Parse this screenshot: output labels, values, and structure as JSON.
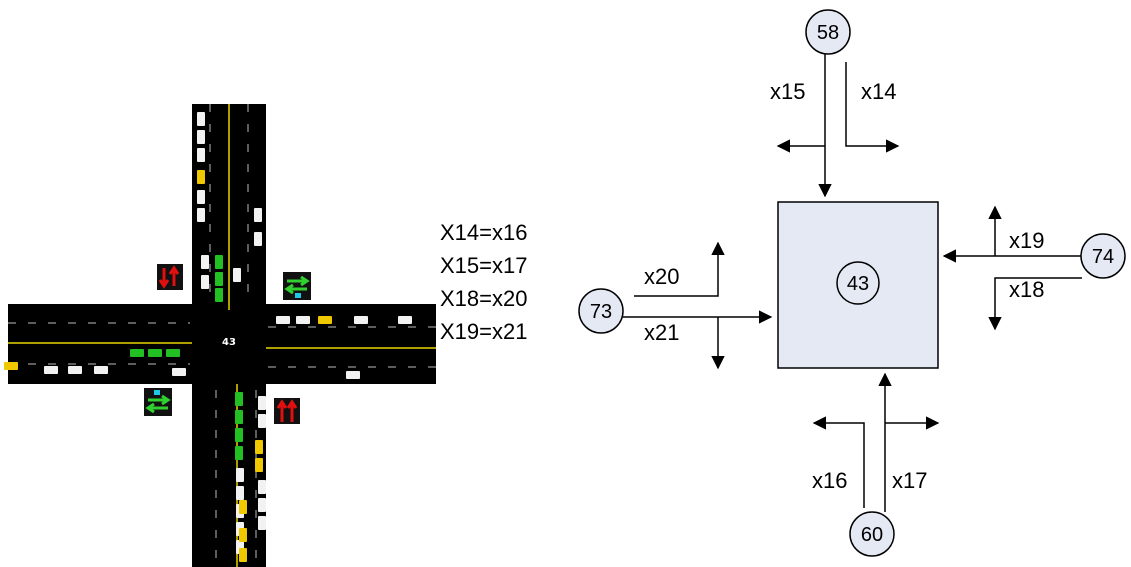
{
  "intersection_id": "43",
  "equations": [
    "X14=x16",
    "X15=x17",
    "X18=x20",
    "X19=x21"
  ],
  "nodes": {
    "center": "43",
    "north": "58",
    "south": "60",
    "west": "73",
    "east": "74"
  },
  "flows": {
    "x14": "x14",
    "x15": "x15",
    "x16": "x16",
    "x17": "x17",
    "x18": "x18",
    "x19": "x19",
    "x20": "x20",
    "x21": "x21"
  },
  "colors": {
    "road": "#000000",
    "center_line": "#e8d400",
    "box_fill": "#e4e9f4",
    "node_fill": "#e4e9f4",
    "car_white": "#f2f2f2",
    "car_green": "#22c022",
    "car_yellow": "#f0c800",
    "signal_red": "#e01010",
    "signal_green": "#30d030",
    "signal_cyan": "#20c8e8"
  }
}
